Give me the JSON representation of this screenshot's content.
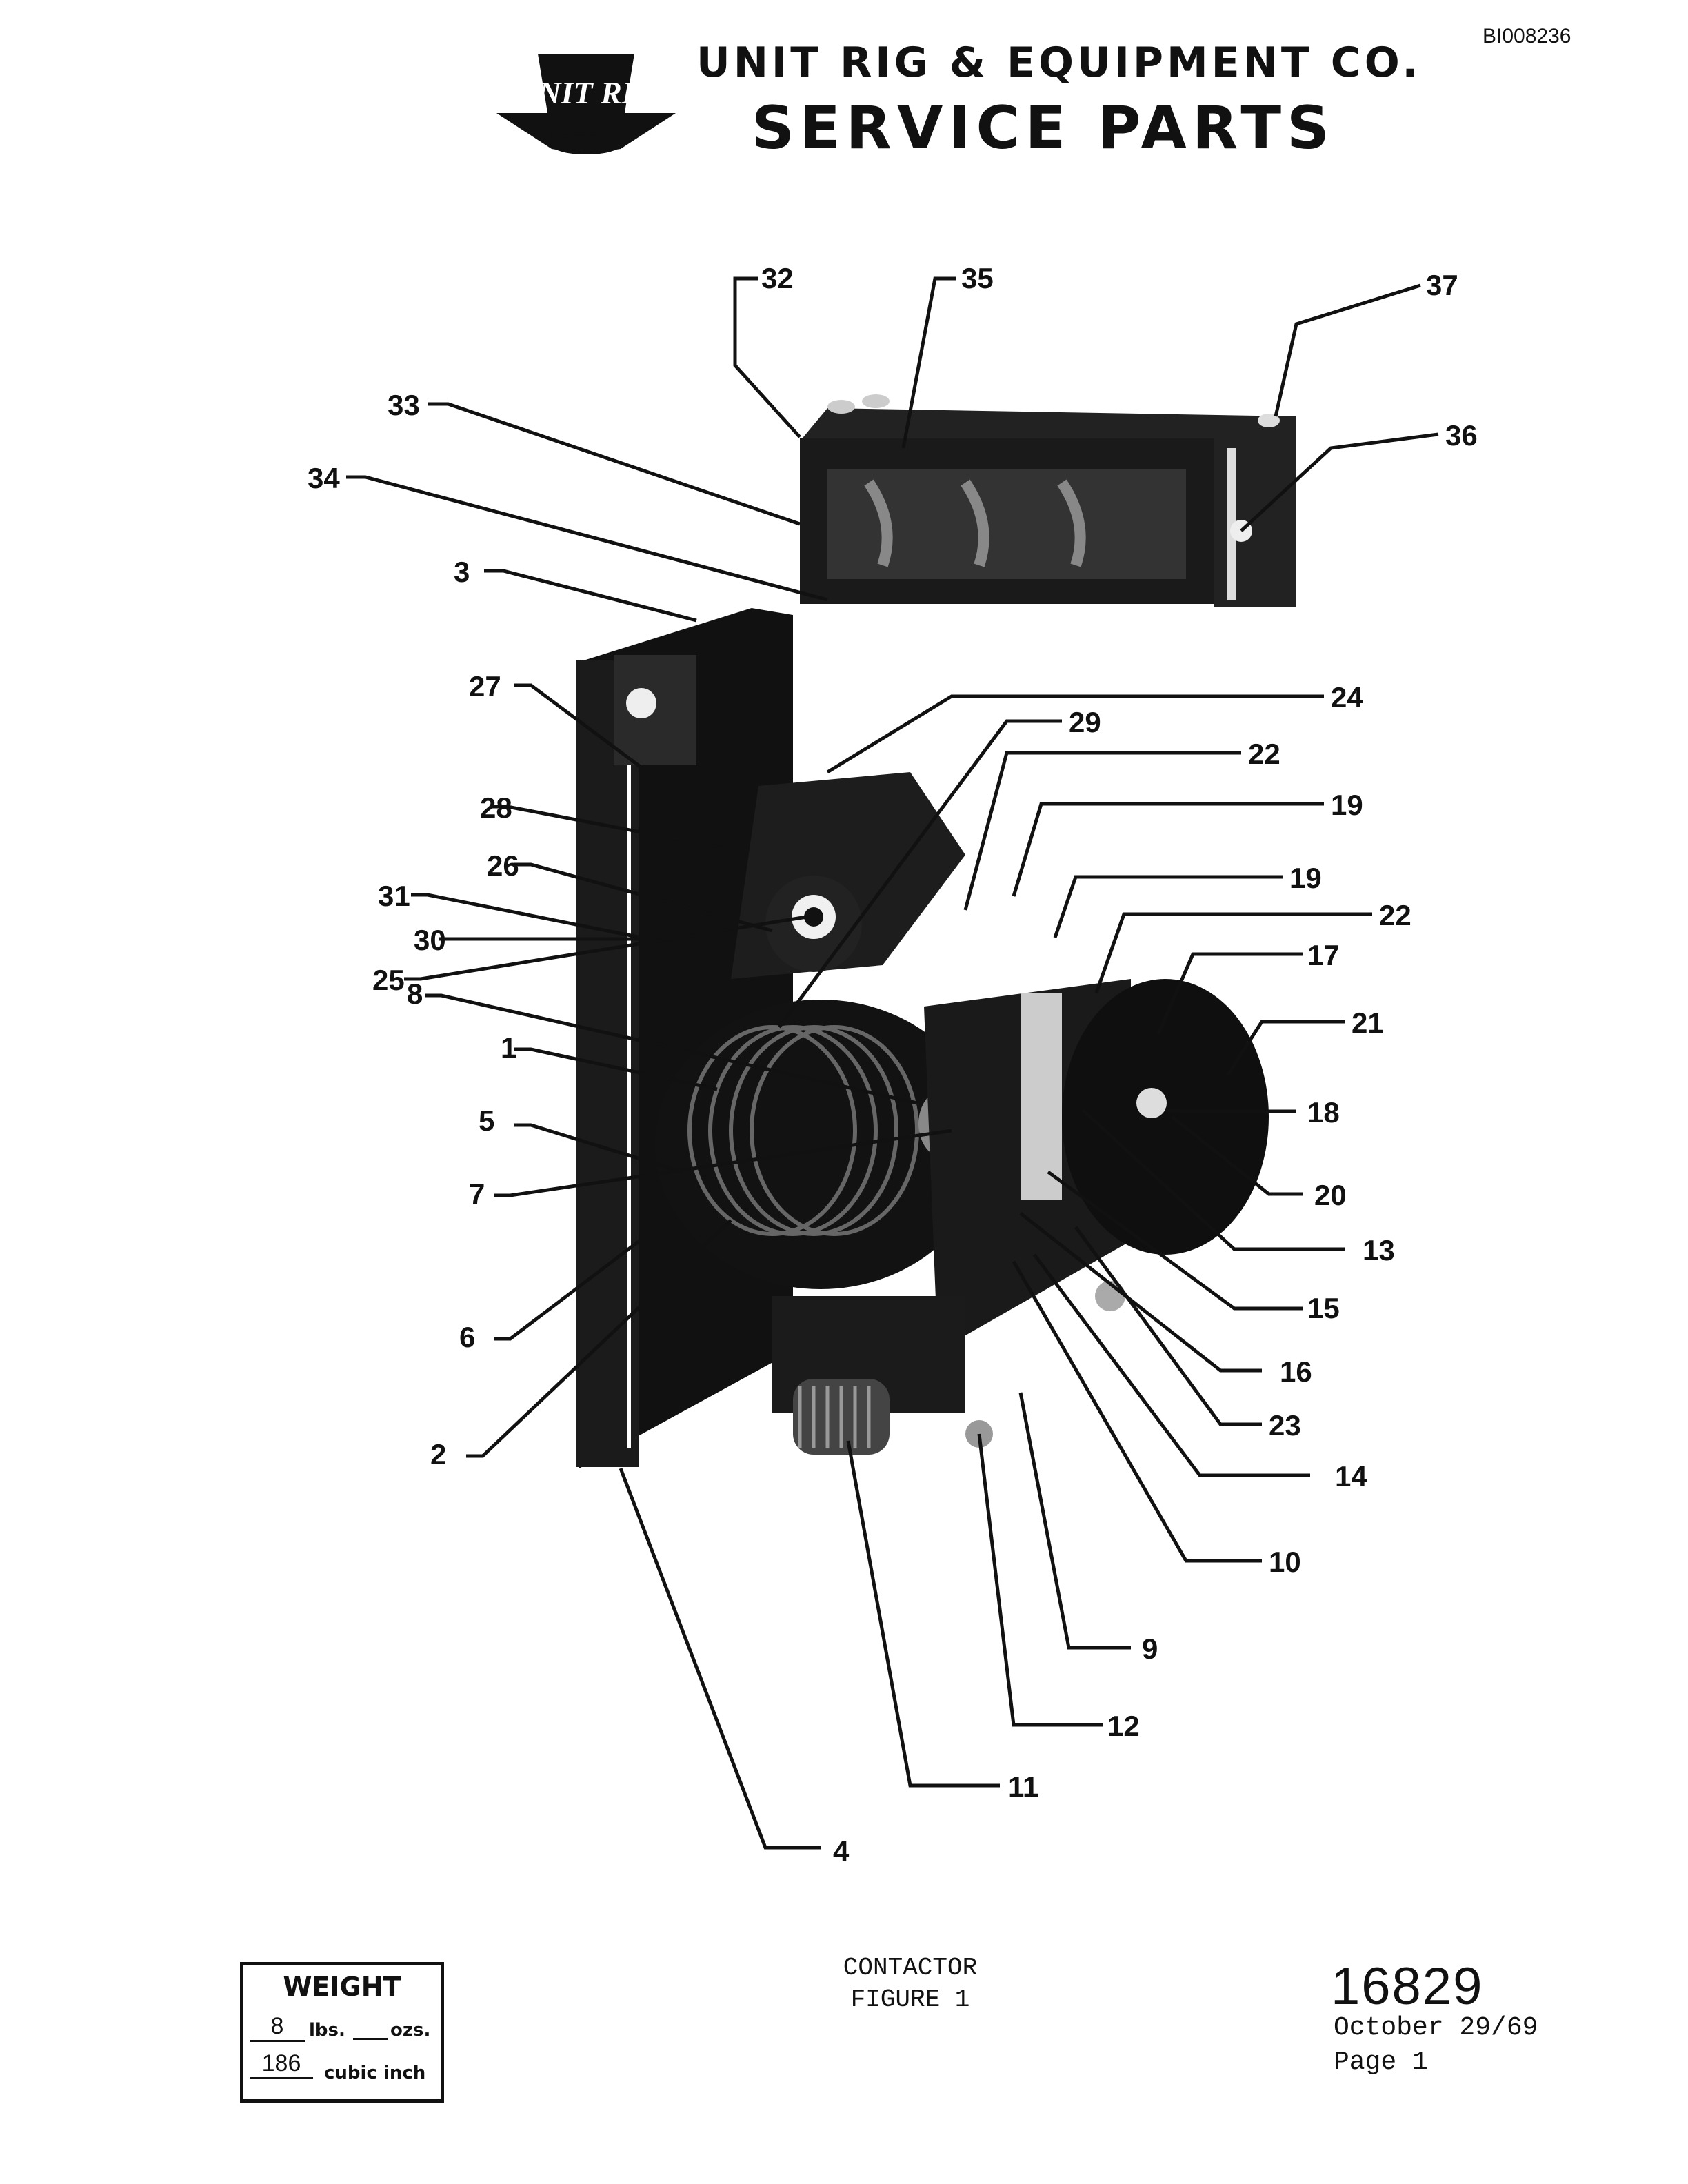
{
  "document_id": "BI008236",
  "header": {
    "logo_text": "UNIT RIG",
    "company": "UNIT RIG & EQUIPMENT CO.",
    "title": "SERVICE PARTS"
  },
  "callouts": [
    "1",
    "2",
    "3",
    "4",
    "5",
    "6",
    "7",
    "8",
    "9",
    "10",
    "11",
    "12",
    "13",
    "14",
    "15",
    "16",
    "17",
    "18",
    "19",
    "19",
    "20",
    "21",
    "22",
    "22",
    "23",
    "24",
    "25",
    "26",
    "27",
    "28",
    "29",
    "30",
    "31",
    "32",
    "33",
    "34",
    "35",
    "36",
    "37"
  ],
  "caption": {
    "line1": "CONTACTOR",
    "line2": "FIGURE 1"
  },
  "weight": {
    "title": "WEIGHT",
    "lbs_value": "8",
    "lbs_label": "lbs.",
    "ozs_label": "ozs.",
    "volume_value": "186",
    "volume_label": "cubic inch"
  },
  "footer": {
    "part_number": "16829",
    "date": "October 29/69",
    "page": "Page 1"
  },
  "colors": {
    "ink": "#111111",
    "paper": "#ffffff"
  }
}
